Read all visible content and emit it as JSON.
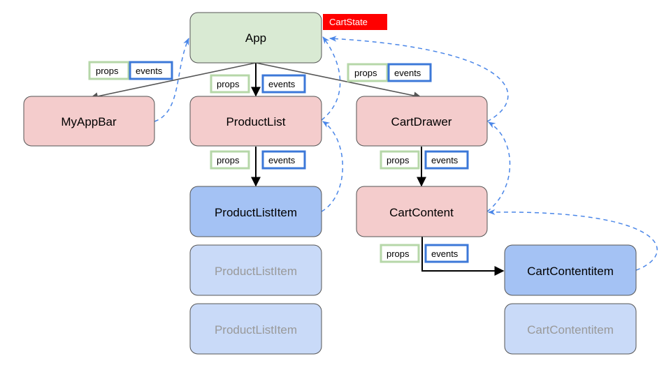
{
  "colors": {
    "root": "#d9ead3",
    "container": "#f4cccc",
    "item": "#a4c2f4",
    "item_faded": "#c9daf8",
    "faded_text": "#999999",
    "props_border": "#b6d7a8",
    "events_border": "#3c78d8",
    "dashed_arrow": "#4a86e8",
    "state_badge": "#ff0000"
  },
  "nodes": {
    "app": "App",
    "my_app_bar": "MyAppBar",
    "product_list": "ProductList",
    "cart_drawer": "CartDrawer",
    "product_list_item": "ProductListItem",
    "product_list_item_2": "ProductListItem",
    "product_list_item_3": "ProductListItem",
    "cart_content": "CartContent",
    "cart_content_item": "CartContentitem",
    "cart_content_item_2": "CartContentitem"
  },
  "state_badge": "CartState",
  "tags": {
    "props": "props",
    "events": "events"
  }
}
